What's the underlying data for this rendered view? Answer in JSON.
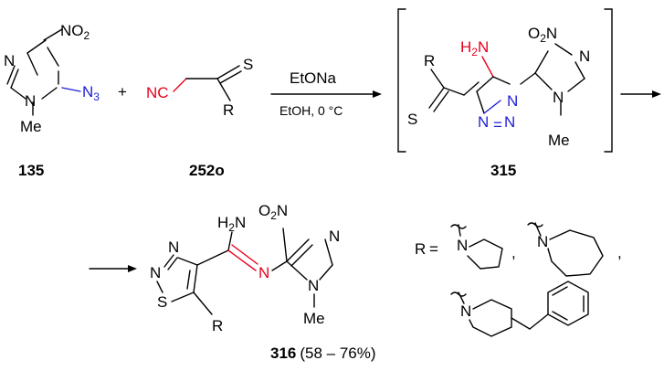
{
  "compounds": {
    "c135": {
      "number": "135",
      "no2": "NO",
      "no2_sub": "2",
      "n": "N",
      "n1": "N",
      "me": "Me",
      "azide": "N",
      "azide_sub": "3"
    },
    "c252o": {
      "number": "252o",
      "nc": "NC",
      "s": "S",
      "r": "R"
    },
    "c315": {
      "number": "315",
      "h2n": "H",
      "h2n_sub": "2",
      "h2n_n": "N",
      "o2n_o": "O",
      "o2n_sub": "2",
      "o2n_n": "N",
      "r": "R",
      "s": "S",
      "n_a": "N",
      "n_b": "N",
      "n_c": "N",
      "n_im": "N",
      "n_me": "N",
      "me": "Me",
      "eq": "N"
    },
    "c316": {
      "number": "316",
      "yield": "(58 – 76%)",
      "h2n": "H",
      "h2n_sub": "2",
      "h2n_n": "N",
      "o2n_o": "O",
      "o2n_sub": "2",
      "o2n_n": "N",
      "n1": "N",
      "n2": "N",
      "s": "S",
      "r": "R",
      "n_im": "N",
      "n_link": "N",
      "n_me": "N",
      "me": "Me"
    }
  },
  "plus": "+",
  "conditions": {
    "reagent": "EtONa",
    "solvent": "EtOH, 0 °C"
  },
  "r_def": {
    "r": "R",
    "eq": "=",
    "comma1": ",",
    "comma2": ",",
    "n1": "N",
    "n2": "N",
    "n3": "N"
  }
}
